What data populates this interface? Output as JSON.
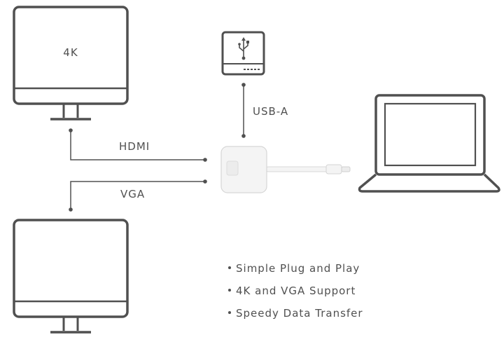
{
  "monitor_top": {
    "label": "4K"
  },
  "usb_drive": {
    "icon": "usb-symbol-icon"
  },
  "connections": {
    "usb": "USB-A",
    "hdmi": "HDMI",
    "vga": "VGA"
  },
  "features": [
    "Simple Plug and Play",
    "4K and VGA Support",
    "Speedy Data Transfer"
  ],
  "colors": {
    "outline": "#505050",
    "adapter": "#f4f4f4"
  }
}
